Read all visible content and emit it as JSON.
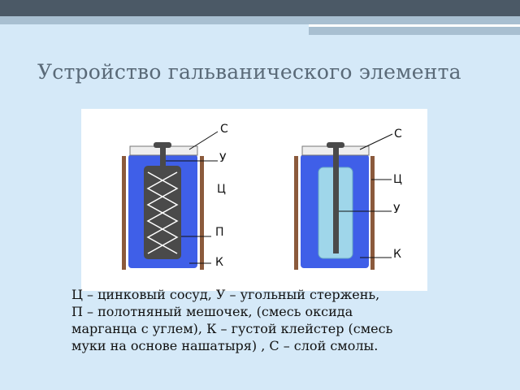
{
  "slide": {
    "title": "Устройство гальванического элемента",
    "caption_lines": [
      "Ц – цинковый сосуд, У – угольный стержень,",
      "П – полотняный мешочек, (смесь оксида",
      "марганца с углем), К – густой клейстер (смесь",
      "муки на основе нашатыря) , С – слой смолы."
    ]
  },
  "diagram": {
    "left_cell": {
      "labels": {
        "c": "С",
        "u": "У",
        "ts": "Ц",
        "p": "П",
        "k": "К"
      }
    },
    "right_cell": {
      "labels": {
        "c": "С",
        "ts": "Ц",
        "u": "У",
        "k": "К"
      }
    }
  },
  "colors": {
    "background": "#d5e9f8",
    "top_bar": "#4b5966",
    "electrolyte_blue": "#3f5fe8",
    "zinc_wall": "#8b5a3c",
    "rod": "#4a4a4a",
    "bag": "#4a4a4a",
    "right_inner": "#9fd6ea",
    "resin": "#eeeeee"
  }
}
